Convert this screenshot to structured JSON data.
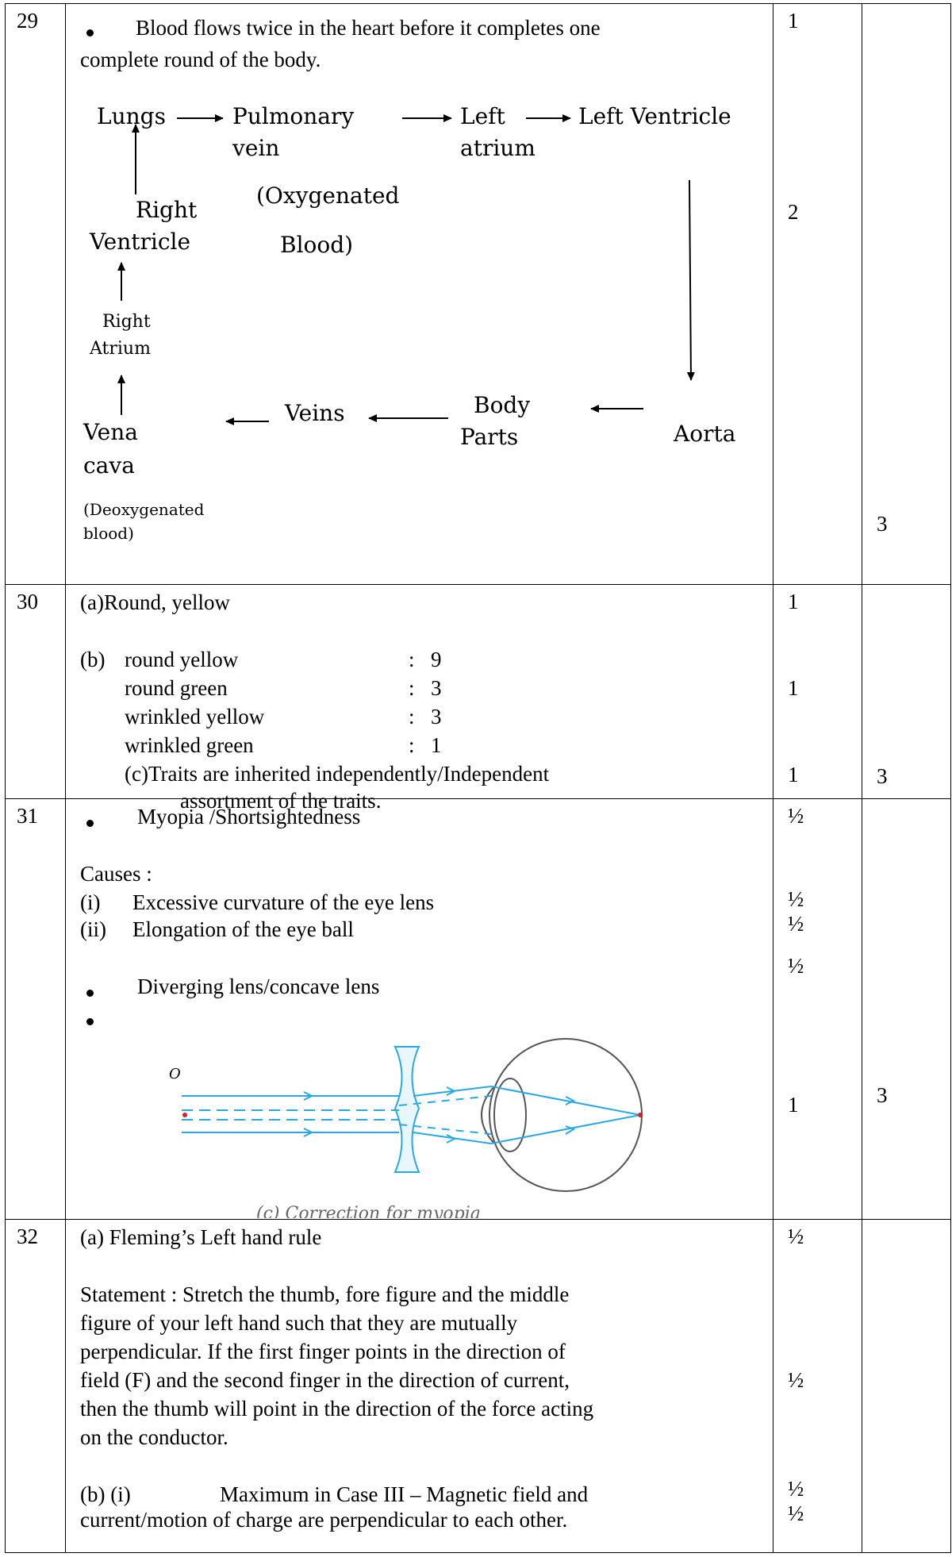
{
  "rows": [
    {
      "qno": "29",
      "intro": "Blood flows twice in the heart before it completes one complete round of the body.",
      "intro_line1": "Blood flows twice in the heart before it completes one",
      "intro_line2": "complete round of the body.",
      "flow": {
        "lungs": "Lungs",
        "pulmonary_vein_1": "Pulmonary",
        "pulmonary_vein_2": "vein",
        "left_atrium_1": "Left",
        "left_atrium_2": "atrium",
        "left_ventricle": "Left Ventricle",
        "oxygenated_1": "(Oxygenated",
        "oxygenated_2": "Blood)",
        "right_ventricle_1": "Right",
        "right_ventricle_2": "Ventricle",
        "right_atrium_1": "Right",
        "right_atrium_2": "Atrium",
        "vena_cava_1": "Vena",
        "vena_cava_2": "cava",
        "deoxygenated_1": "(Deoxygenated",
        "deoxygenated_2": "blood)",
        "veins": "Veins",
        "body_parts_1": "Body",
        "body_parts_2": "Parts",
        "aorta": "Aorta"
      },
      "marks": [
        "1",
        "2"
      ],
      "total": "3"
    },
    {
      "qno": "30",
      "a": "(a)Round, yellow",
      "b_label": "(b)",
      "ratios": [
        {
          "trait": "round yellow",
          "sep": ":",
          "value": "9"
        },
        {
          "trait": "round green",
          "sep": ":",
          "value": "3"
        },
        {
          "trait": "wrinkled yellow",
          "sep": ":",
          "value": "3"
        },
        {
          "trait": "wrinkled green",
          "sep": ":",
          "value": "1"
        }
      ],
      "c_line1": "(c)Traits are inherited independently/Independent",
      "c_line2": "assortment of the traits.",
      "marks": [
        "1",
        "1",
        "1"
      ],
      "total": "3"
    },
    {
      "qno": "31",
      "defect": "Myopia /Shortsightedness",
      "causes_label": "Causes :",
      "cause1_num": "(i)",
      "cause1": "Excessive curvature of the eye lens",
      "cause2_num": "(ii)",
      "cause2": "Elongation of the eye ball",
      "correction": "Diverging lens/concave lens",
      "figure_object_label": "O",
      "figure_caption": "(c) Correction for myopia",
      "marks": [
        "½",
        "½",
        "½",
        "½",
        "1"
      ],
      "total": "3"
    },
    {
      "qno": "32",
      "a": "(a) Fleming’s Left hand rule",
      "statement_lines": [
        "Statement : Stretch the thumb, fore figure and the middle",
        "figure of your left hand such that they are mutually",
        "perpendicular. If the first finger points in the direction of",
        "field (F) and the second finger in the direction of current,",
        "then the thumb will point in the direction of the force acting",
        "on the conductor."
      ],
      "b_label": "(b) (i)",
      "b_text": "Maximum in Case III – Magnetic field and",
      "b_line2": "current/motion of charge are perpendicular to each other.",
      "marks": [
        "½",
        "½",
        "½",
        "½"
      ]
    }
  ]
}
